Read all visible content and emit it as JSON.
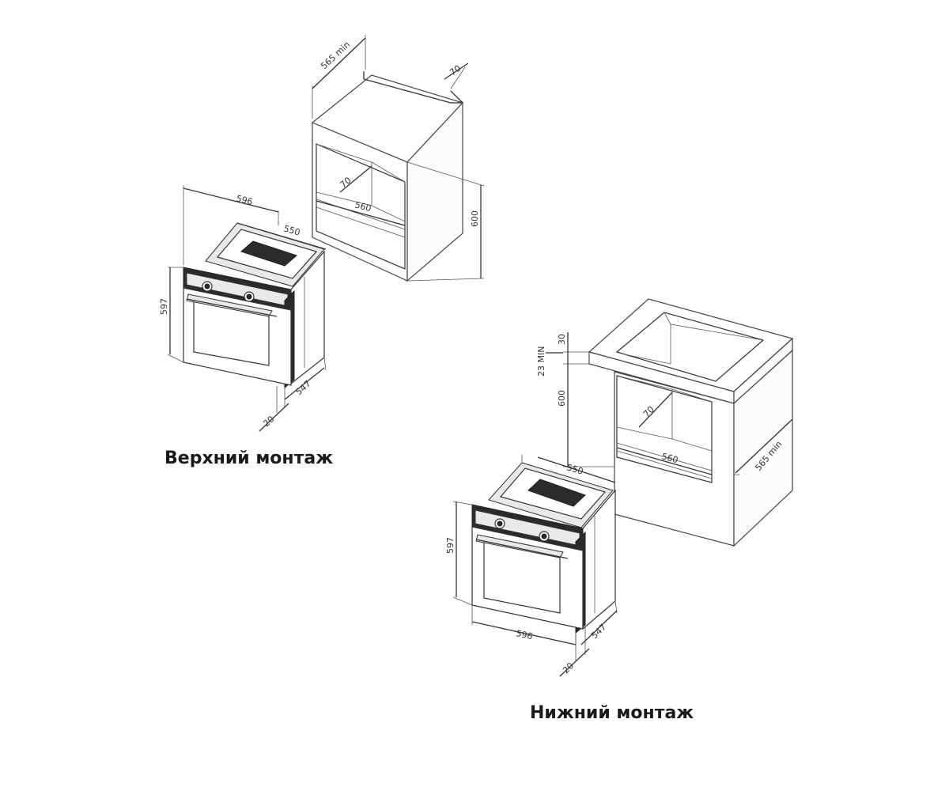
{
  "captions": {
    "top": "Верхний монтаж",
    "bottom": "Нижний монтаж"
  },
  "top_install": {
    "niche_depth": "565 min",
    "vent_gap": "70",
    "niche_height": "600",
    "niche_inner_depth": "70",
    "niche_width": "560",
    "oven_width": "596",
    "oven_depth": "550",
    "oven_height": "597",
    "oven_body_depth": "547",
    "panel_depth": "20"
  },
  "bottom_install": {
    "countertop": "30",
    "gap_min": "23 MIN",
    "niche_height": "600",
    "niche_inner_depth": "70",
    "niche_width": "560",
    "niche_depth": "565 min",
    "oven_depth": "550",
    "oven_height": "597",
    "oven_width": "596",
    "oven_body_depth": "547",
    "panel_depth": "20"
  },
  "colors": {
    "line": "#333333",
    "panel": "#2b2b2b"
  }
}
